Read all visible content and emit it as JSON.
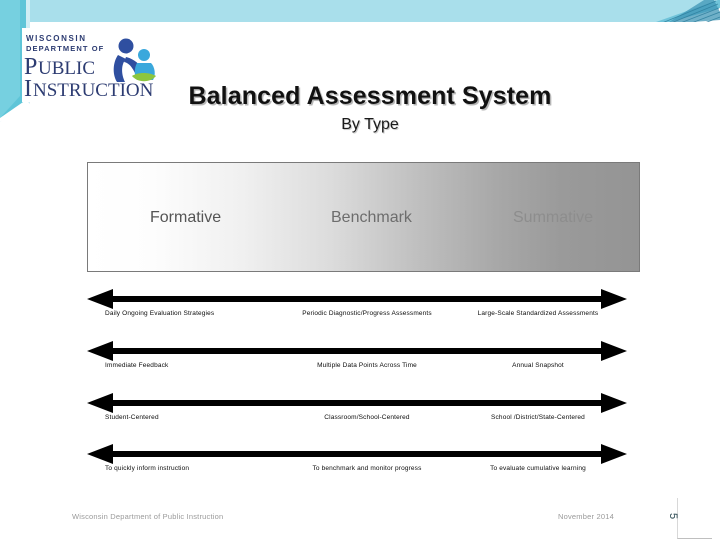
{
  "slide": {
    "title": "Balanced Assessment System",
    "subtitle": "By Type"
  },
  "logo": {
    "line1": "W I S C O N S I N",
    "line2": "D E P A R T M E N T  O F",
    "line3": "PUBLIC",
    "line4": "INSTRUCTION",
    "alt": "Wisconsin Department of Public Instruction logo",
    "text_color": "#2d3c72",
    "accent_blue": "#2f4fa0",
    "accent_light_blue": "#3aa8dc",
    "accent_green": "#8cc63f"
  },
  "gradient_band": {
    "labels": [
      {
        "name": "Formative",
        "color": "#555555"
      },
      {
        "name": "Benchmark",
        "color": "#6d6d6d"
      },
      {
        "name": "Summative",
        "color": "#8d8d8d"
      }
    ],
    "gradient_from": "#ffffff",
    "gradient_to": "#949494",
    "border_color": "#7a7a7a"
  },
  "arrow_rows": [
    {
      "row_name": "assessment-types",
      "left": "Daily Ongoing Evaluation Strategies",
      "middle": "Periodic Diagnostic/Progress Assessments",
      "right": "Large-Scale Standardized Assessments"
    },
    {
      "row_name": "feedback-timing",
      "left": "Immediate Feedback",
      "middle": "Multiple Data Points Across Time",
      "right": "Annual Snapshot"
    },
    {
      "row_name": "centered-on",
      "left": "Student-Centered",
      "middle": "Classroom/School-Centered",
      "right": "School /District/State-Centered"
    },
    {
      "row_name": "purpose",
      "left": "To quickly inform instruction",
      "middle": "To benchmark and monitor progress",
      "right": "To evaluate cumulative  learning"
    }
  ],
  "footer": {
    "organization": "Wisconsin Department of Public Instruction",
    "date": "November 2014",
    "page_number": "5"
  },
  "theme": {
    "banner_color": "#a9dfeb",
    "stripe_color": "#4aa8c4",
    "wedge_teal": "#5ec5d8"
  }
}
